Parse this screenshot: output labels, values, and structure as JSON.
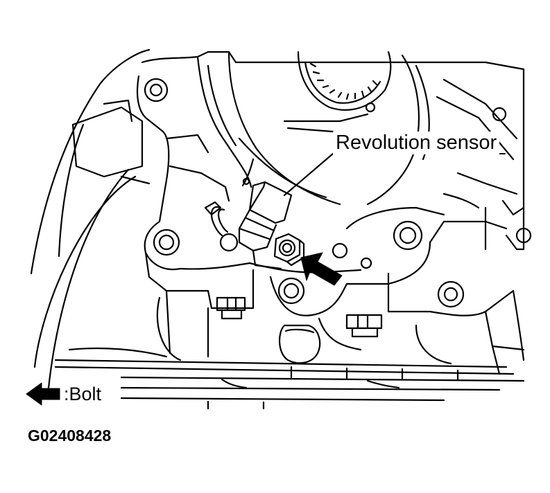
{
  "callouts": {
    "sensor_label": "Revolution sensor"
  },
  "legend": {
    "bolt_label": ":Bolt"
  },
  "figure": {
    "code": "G02408428"
  },
  "colors": {
    "line": "#000000",
    "background": "#ffffff"
  }
}
